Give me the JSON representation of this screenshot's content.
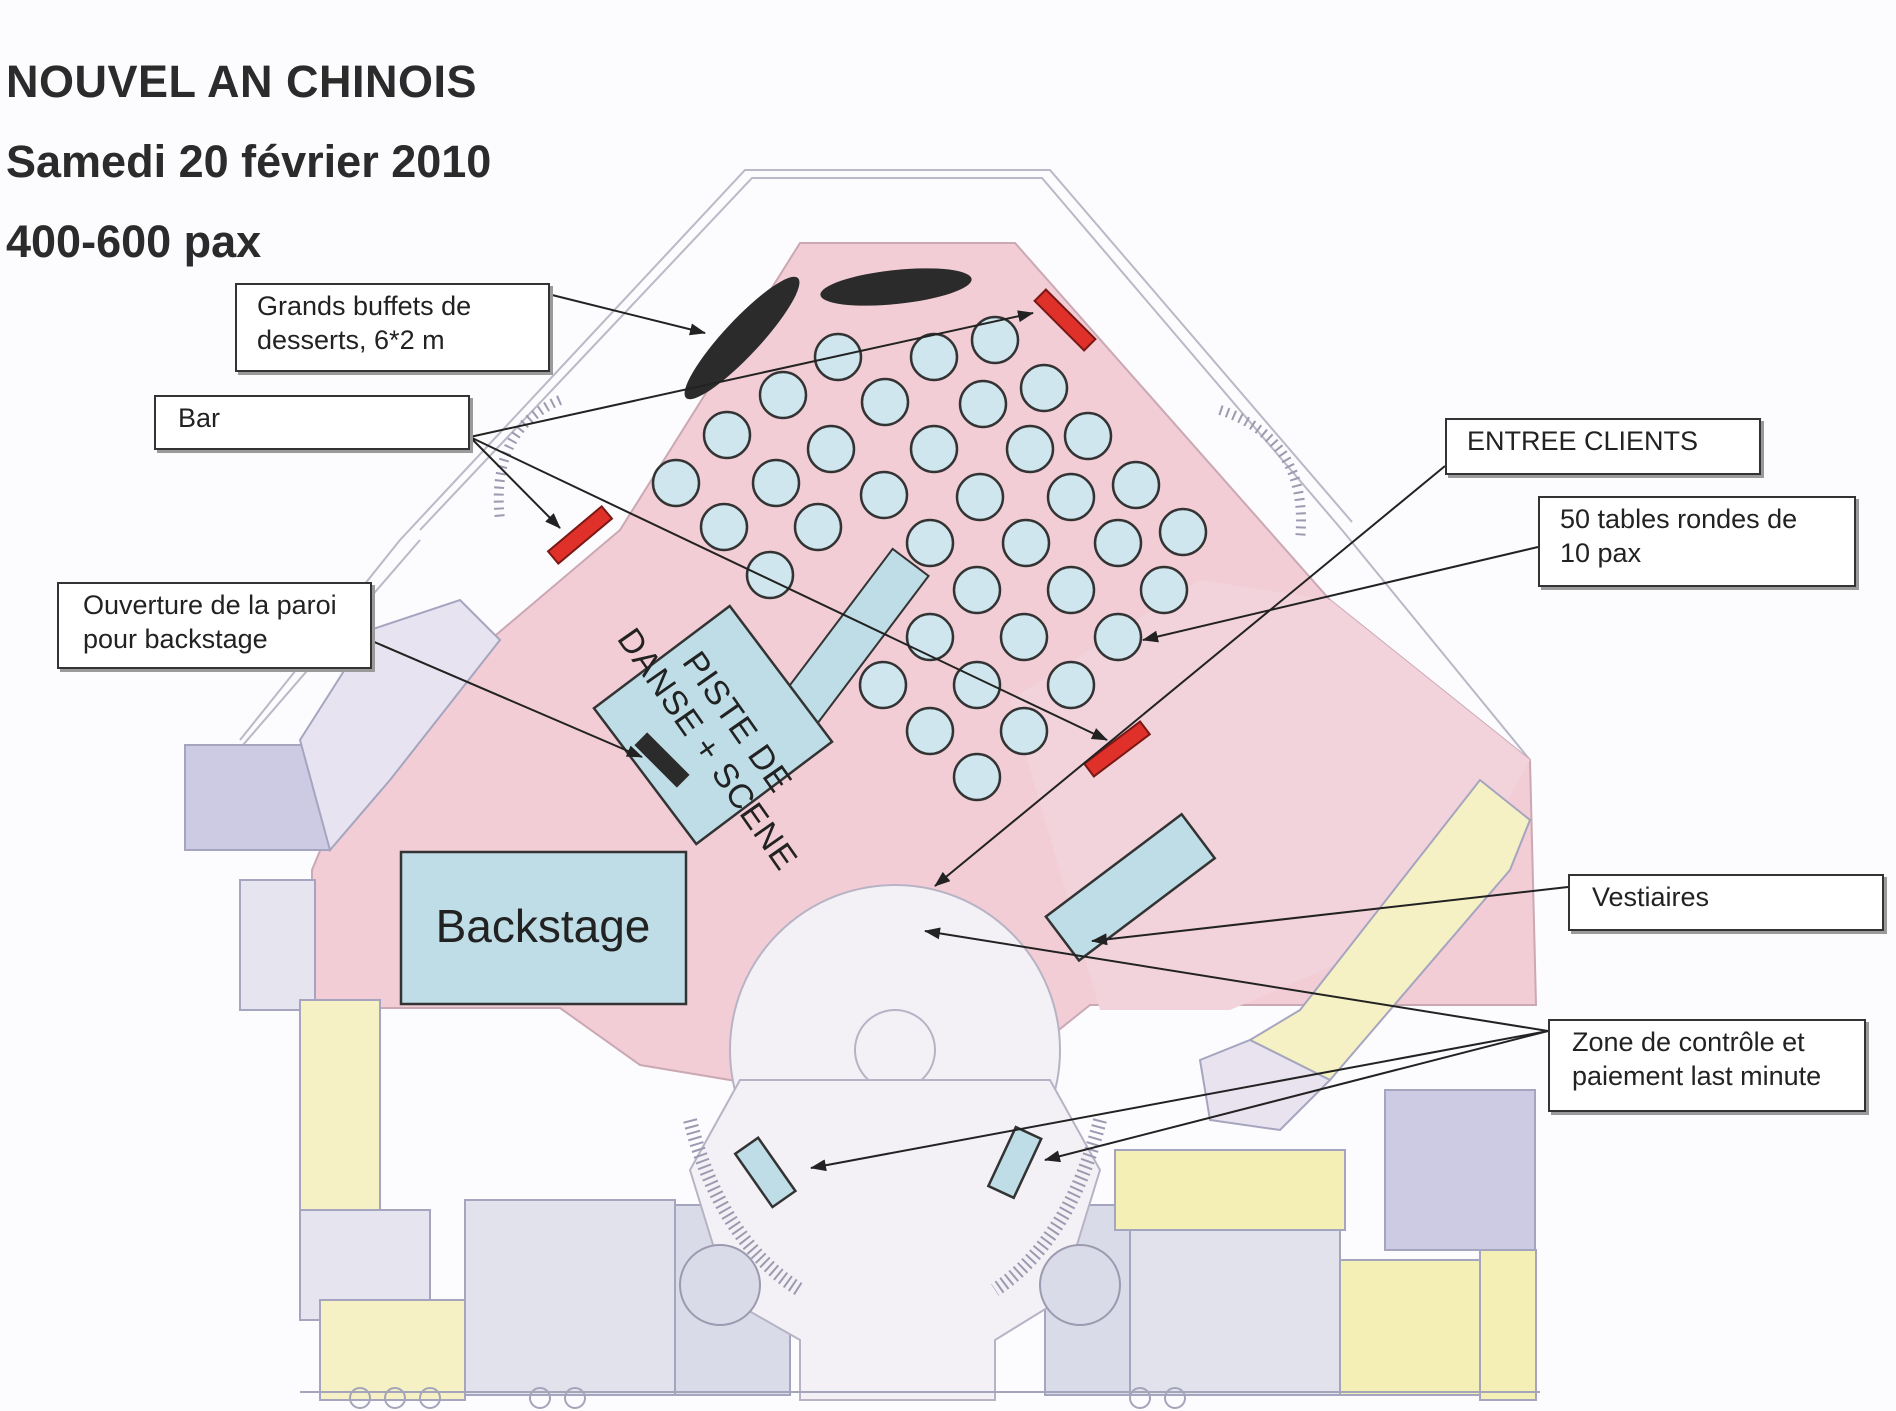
{
  "header": {
    "title": "NOUVEL AN CHINOIS",
    "date": "Samedi 20 février 2010",
    "capacity": "400-600 pax"
  },
  "callouts": {
    "buffets": "Grands buffets de\ndesserts, 6*2 m",
    "bar": "Bar",
    "entree": "ENTREE CLIENTS",
    "tables": "50 tables rondes de\n10 pax",
    "ouverture": "Ouverture de la paroi\npour backstage",
    "vestiaires": "Vestiaires",
    "zone": "Zone de contrôle et\npaiement last minute"
  },
  "plan_areas": {
    "piste": "PISTE DE\nDANSE + SCENE",
    "backstage": "Backstage"
  },
  "colors": {
    "floor_pink": "#f2cdd6",
    "table_fill": "#cfe6ee",
    "bar_red": "#e0302a",
    "area_blue": "#bfdde6",
    "lilac": "#cccbe3",
    "yellow": "#f4efb4"
  }
}
